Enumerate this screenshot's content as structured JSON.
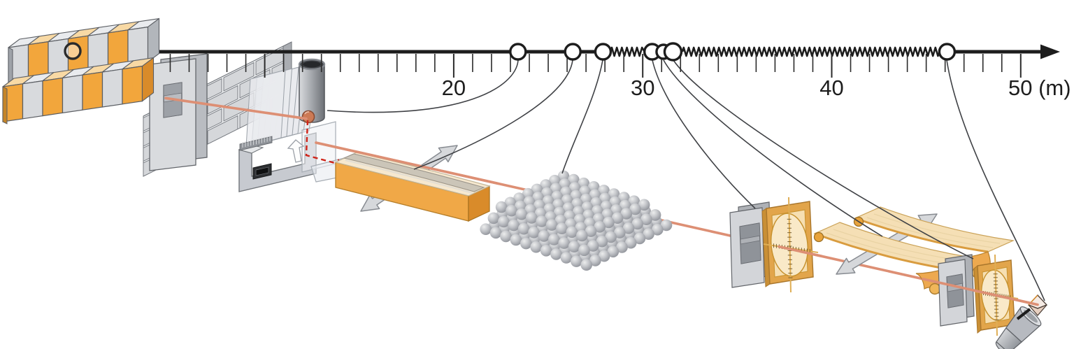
{
  "diagram": {
    "kind": "synchrotron-beamline-distance-schematic",
    "axis": {
      "unit": "m",
      "range_m": [
        0,
        50
      ],
      "minor_tick_interval_m": 1,
      "labels": [
        {
          "text": "20",
          "position_m": 20
        },
        {
          "text": "30",
          "position_m": 30
        },
        {
          "text": "40",
          "position_m": 40
        },
        {
          "text": "50 (m)",
          "position_m": 50
        }
      ],
      "spring_break_segments_m": [
        [
          28.3,
          30.1
        ],
        [
          32.1,
          45.7
        ]
      ],
      "markers": [
        {
          "position_m": 0,
          "component": "undulator-source"
        },
        {
          "position_m": 23.4,
          "component": "filter-monochromator-assembly"
        },
        {
          "position_m": 26.3,
          "component": "curved-mirror-1"
        },
        {
          "position_m": 27.9,
          "component": "crystal-lattice"
        },
        {
          "position_m": 30.5,
          "component": "slit-and-screen-1"
        },
        {
          "position_m": 31.1,
          "component": "curved-mirror-pair"
        },
        {
          "position_m": 31.6,
          "component": "slit-and-screen-2"
        },
        {
          "position_m": 46.1,
          "component": "sample-and-detector"
        }
      ]
    },
    "components": [
      {
        "name": "undulator-source"
      },
      {
        "name": "frontend-slit"
      },
      {
        "name": "shielding-wall"
      },
      {
        "name": "filter-stack"
      },
      {
        "name": "beam-pipe-chimney"
      },
      {
        "name": "deflection-prism"
      },
      {
        "name": "curved-mirror-1"
      },
      {
        "name": "crystal-lattice"
      },
      {
        "name": "slit-1"
      },
      {
        "name": "fluorescent-screen-1"
      },
      {
        "name": "curved-mirror-pair"
      },
      {
        "name": "slit-2"
      },
      {
        "name": "fluorescent-screen-2"
      },
      {
        "name": "sample"
      },
      {
        "name": "detector-camera"
      },
      {
        "name": "photon-beam"
      }
    ],
    "colors": {
      "ink": "#1d1d1d",
      "leader": "#3f4145",
      "beam": "#dd8f74",
      "red_dashed": "#cf2318",
      "orange": "#f2a63c",
      "orange_dark": "#d98b2a",
      "orange_light": "#f8d9a4",
      "cream": "#f6e8cf",
      "screen_fill": "#f8e4ba",
      "gray_light": "#dcdee1",
      "gray_mid": "#b9bcc1",
      "gray_dark": "#8f9399",
      "outline": "#55585e"
    }
  }
}
